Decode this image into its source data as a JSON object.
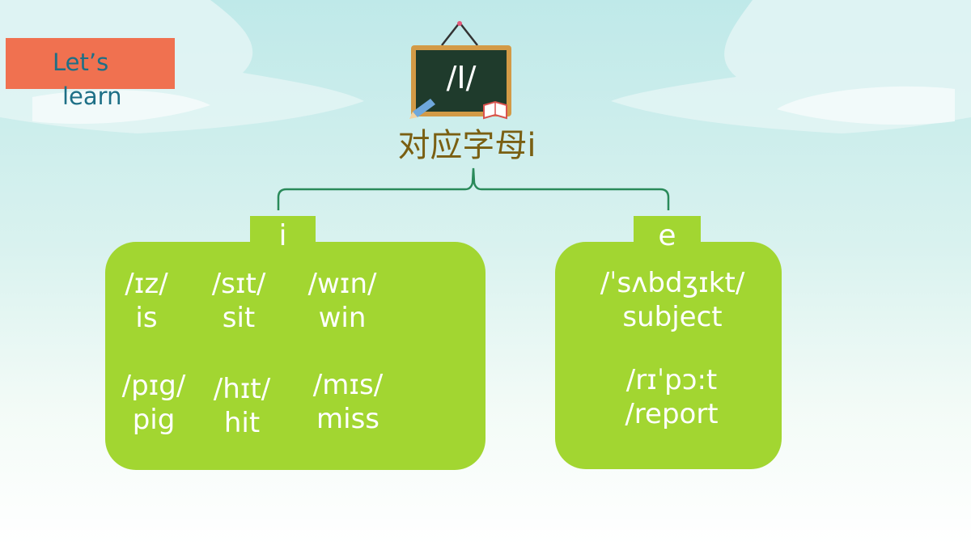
{
  "tag": {
    "line1": "Let’s",
    "line2": "learn",
    "color": "#f07150"
  },
  "board": {
    "symbol": "/I/",
    "frame_color": "#c98a3a",
    "surface_color": "#1f3b2c"
  },
  "heading": "对应字母i",
  "groups": [
    {
      "letter": "i",
      "words": [
        {
          "phonetic": "/ɪz/",
          "word": "is"
        },
        {
          "phonetic": "/sɪt/",
          "word": "sit"
        },
        {
          "phonetic": "/wɪn/",
          "word": "win"
        },
        {
          "phonetic": "/pɪg/",
          "word": "pig"
        },
        {
          "phonetic": "/hɪt/",
          "word": "hit"
        },
        {
          "phonetic": "/mɪs/",
          "word": "miss"
        }
      ]
    },
    {
      "letter": "e",
      "words": [
        {
          "phonetic": "/ˈsʌbdʒɪkt/",
          "word": "subject"
        },
        {
          "phonetic": "/rɪˈpɔ:t",
          "word": "/report"
        }
      ]
    }
  ],
  "colors": {
    "box": "#a2d631",
    "bracket": "#2a8a5a",
    "heading": "#7a5f12"
  }
}
